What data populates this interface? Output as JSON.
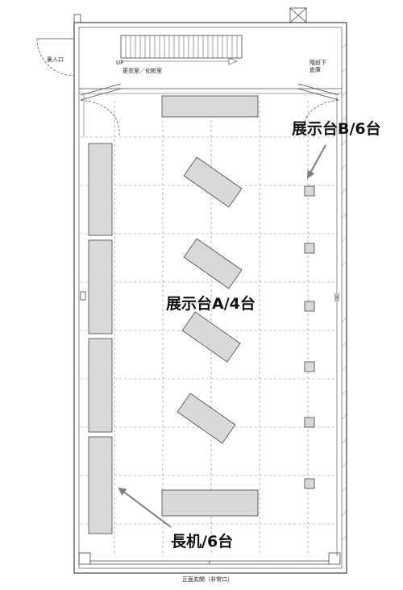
{
  "labels": {
    "service_entrance": "裏入口",
    "stair_up": "UP",
    "dressing_room": "更衣室／化粧室",
    "basement_storage_line1": "階段下",
    "basement_storage_line2": "倉庫",
    "main_entrance": "正面玄関（非常口）",
    "display_b": "展示台B/6台",
    "display_a": "展示台A/4台",
    "long_table": "長机/6台"
  },
  "colors": {
    "furniture_fill": "#d9d9d9",
    "line": "#444444",
    "grid": "#8a8a8a",
    "arrow": "#7f7f7f",
    "label_text": "#111111"
  }
}
